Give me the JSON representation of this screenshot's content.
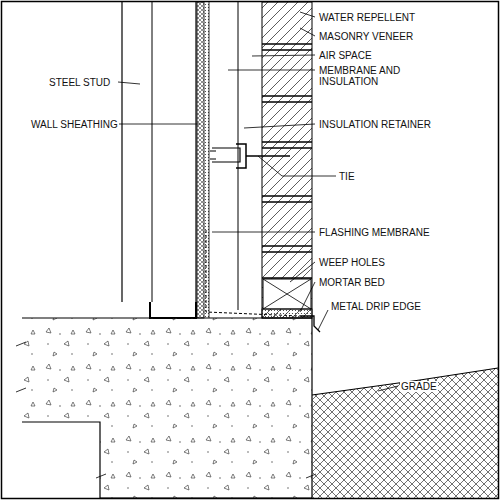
{
  "diagram": {
    "labels": [
      "WATER REPELLENT",
      "MASONRY VENEER",
      "AIR SPACE",
      "MEMBRANE AND INSULATION",
      "INSULATION RETAINER",
      "TIE",
      "FLASHING MEMBRANE",
      "WEEP HOLES",
      "MORTAR BED",
      "METAL DRIP EDGE",
      "GRADE",
      "STEEL STUD",
      "WALL SHEATHING"
    ]
  }
}
